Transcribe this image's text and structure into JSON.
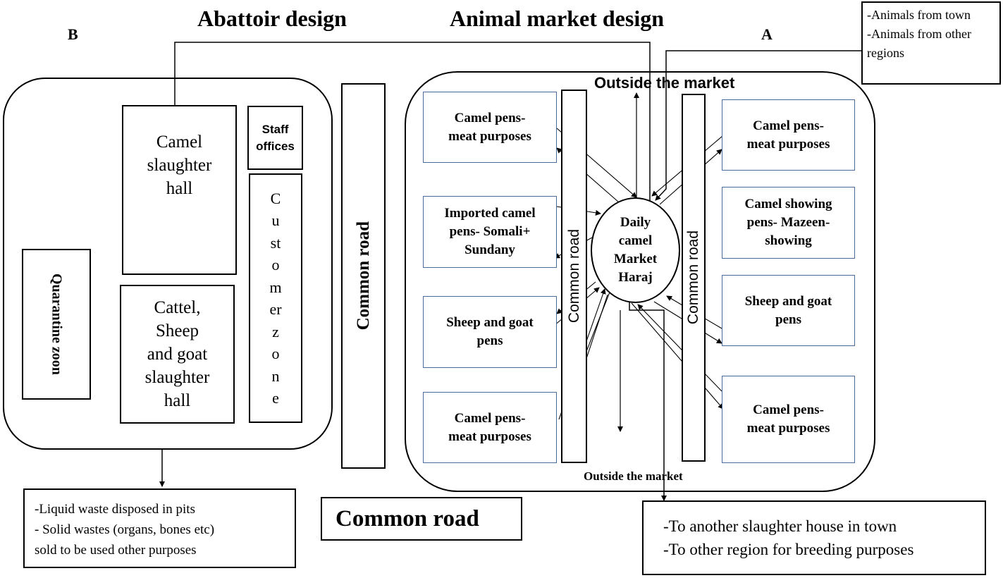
{
  "headings": {
    "abattoir": "Abattoir design",
    "market": "Animal market design",
    "label_b": "B",
    "label_a": "A"
  },
  "sources": {
    "line1": "-Animals  from town",
    "line2": "-Animals  from other",
    "line3": "regions"
  },
  "abattoir": {
    "camel_hall": [
      "Camel",
      "slaughter",
      "hall"
    ],
    "cattle_hall": [
      "Cattel,",
      "Sheep",
      "and goat",
      "slaughter",
      "hall"
    ],
    "staff_offices": [
      "Staff",
      "offices"
    ],
    "customer_zone": [
      "C",
      "u",
      "st",
      "o",
      "m",
      "er",
      "z",
      "o",
      "n",
      "e"
    ],
    "quarantine": "Quarantine zoon"
  },
  "roads": {
    "middle_vertical": "Common  road",
    "market_left": "Common road",
    "market_right": "Common road",
    "bottom": "Common road"
  },
  "market": {
    "outside_top": "Outside the market",
    "outside_bottom": "Outside the market",
    "center": [
      "Daily",
      "camel",
      "Market",
      "Haraj"
    ],
    "left_pens": [
      [
        "Camel pens-",
        "meat purposes"
      ],
      [
        "Imported camel",
        "pens- Somali+",
        "Sundany"
      ],
      [
        "Sheep and goat",
        "pens"
      ],
      [
        "Camel pens-",
        "meat purposes"
      ]
    ],
    "right_pens": [
      [
        "Camel pens-",
        "meat purposes"
      ],
      [
        "Camel showing",
        "pens- Mazeen-",
        "showing"
      ],
      [
        "Sheep and goat",
        "pens"
      ],
      [
        "Camel pens-",
        "meat purposes"
      ]
    ]
  },
  "waste": {
    "line1": "-Liquid waste disposed  in pits",
    "line2": "- Solid wastes (organs, bones etc)",
    "line3": "sold to be used other purposes"
  },
  "destinations": {
    "line1": "-To another slaughter house in town",
    "line2": "-To other region for breeding purposes"
  }
}
